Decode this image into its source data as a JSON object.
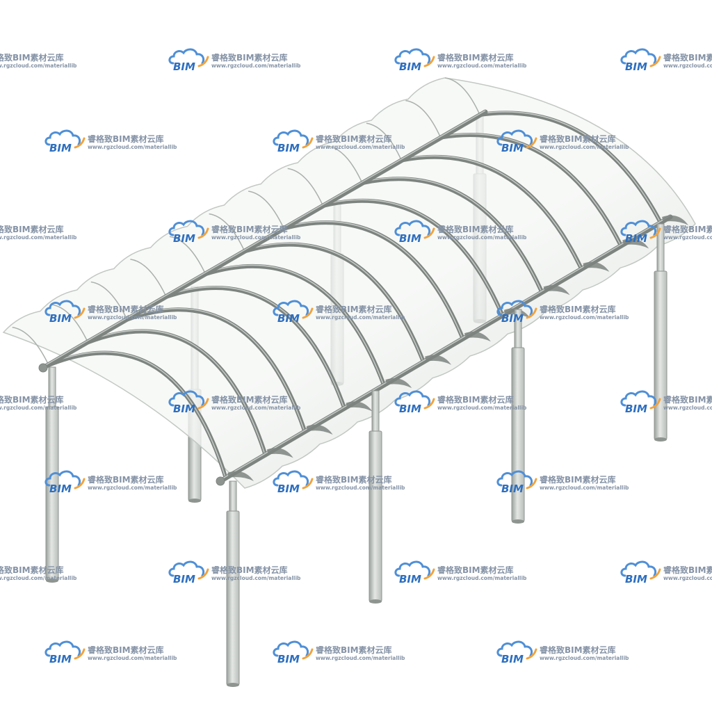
{
  "watermark": {
    "logo_text": "BIM",
    "name": "睿格致BIM素材云库",
    "url": "www.rgzcloud.com/materiallib"
  },
  "colors": {
    "background": "#ffffff",
    "membrane_light": "#f5f7f5",
    "membrane_dark": "#d2d7d3",
    "membrane_edge": "#c2c8c3",
    "membrane_pleat": "#aab0ac",
    "steel": "#7d8480",
    "steel_highlight": "#c6cac7",
    "steel_edge": "#8e9490",
    "column_light": "#e4e7e4",
    "column_mid": "#b9beba",
    "column_dark": "#9ba19d",
    "logo_blue": "#4f8fd6",
    "logo_text_blue": "#2e6fbf",
    "logo_orange": "#f2a23c",
    "watermark_text": "#8593a6"
  }
}
